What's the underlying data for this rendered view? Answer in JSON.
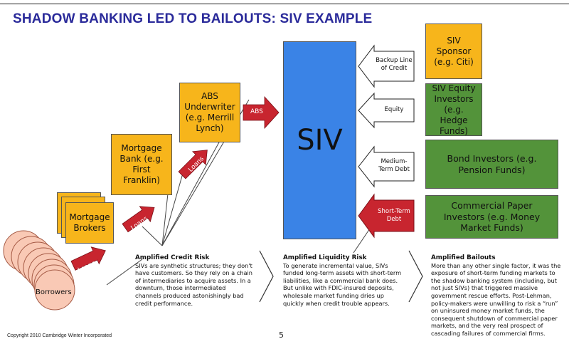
{
  "title": "SHADOW BANKING LED TO BAILOUTS:  SIV EXAMPLE",
  "boxes": {
    "mortgage_brokers": "Mortgage Brokers",
    "mortgage_bank": "Mortgage Bank (e.g. First Franklin)",
    "abs_underwriter": "ABS Underwriter (e.g. Merrill Lynch)",
    "siv": "SIV",
    "siv_sponsor": "SIV Sponsor (e.g. Citi)",
    "siv_equity": "SIV Equity Investors (e.g. Hedge Funds)",
    "bond_investors": "Bond Investors (e.g. Pension Funds)",
    "cp_investors": "Commercial Paper Investors (e.g. Money Market Funds)",
    "borrowers": "Borrowers"
  },
  "arrows": {
    "loans1": "Loans",
    "loans2": "Loans",
    "loans3": "Loans",
    "abs": "ABS",
    "backup": "Backup Line of Credit",
    "equity": "Equity",
    "medium_term": "Medium-Term Debt",
    "short_term": "Short-Term Debt"
  },
  "risks": {
    "credit_title": "Amplified Credit Risk",
    "credit_text": "SIVs are synthetic structures; they don't have customers.  So they rely on a chain of intermediaries to acquire assets.  In a downturn, those intermediated channels produced astonishingly bad credit performance.",
    "liquidity_title": "Amplified Liquidity Risk",
    "liquidity_text": "To generate incremental value, SIVs funded long-term assets with short-term liabilities, like a commercial bank does.  But unlike with FDIC-insured deposits, wholesale market funding dries up quickly when credit trouble appears.",
    "bailouts_title": "Amplified Bailouts",
    "bailouts_text": "More than any other single factor, it was the exposure of short-term funding markets to the shadow banking system (including, but not just SIVs) that triggered massive government rescue efforts.  Post-Lehman, policy-makers were unwilling to risk a “run” on uninsured money market funds, the consequent shutdown of commercial paper markets, and the very real prospect of cascading failures of commercial firms."
  },
  "footer": {
    "copyright": "Copyright 2010 Cambridge Winter Incorporated",
    "page": "5"
  },
  "colors": {
    "title": "#2a2a9a",
    "yellow": "#f7b51b",
    "green": "#53933a",
    "siv_blue": "#3a83e6",
    "red_arrow": "#c8252f",
    "borrower": "#f9c9b5"
  }
}
